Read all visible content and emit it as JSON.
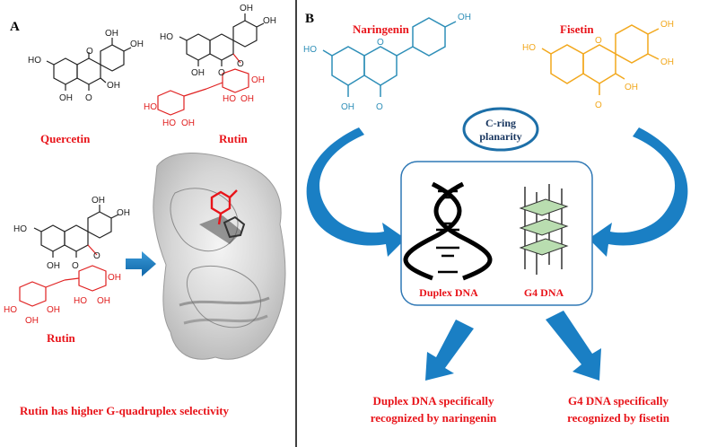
{
  "panel_a": {
    "letter": "A",
    "quercetin_label": "Quercetin",
    "rutin_label_top": "Rutin",
    "rutin_label_bottom": "Rutin",
    "caption": "Rutin has higher G-quadruplex selectivity"
  },
  "panel_b": {
    "letter": "B",
    "naringenin_label": "Naringenin",
    "fisetin_label": "Fisetin",
    "cring_line1": "C-ring",
    "cring_line2": "planarity",
    "duplex_label": "Duplex DNA",
    "g4_label": "G4 DNA",
    "result_left_line1": "Duplex DNA specifically",
    "result_left_line2": "recognized by naringenin",
    "result_right_line1": "G4 DNA specifically",
    "result_right_line2": "recognized by fisetin"
  },
  "atoms": {
    "oh": "OH",
    "ho": "HO",
    "o": "O"
  },
  "colors": {
    "red_label": "#e8141a",
    "naringenin": "#2f8fb8",
    "fisetin": "#f2a81d",
    "arrow_blue": "#1a7fc4",
    "circle_border": "#1d6fa8",
    "circle_text": "#16345e",
    "box_border": "#2f78b5",
    "g4_plate": "#b9ddb0",
    "structure_black": "#222222",
    "sugar_red": "#e02020"
  }
}
